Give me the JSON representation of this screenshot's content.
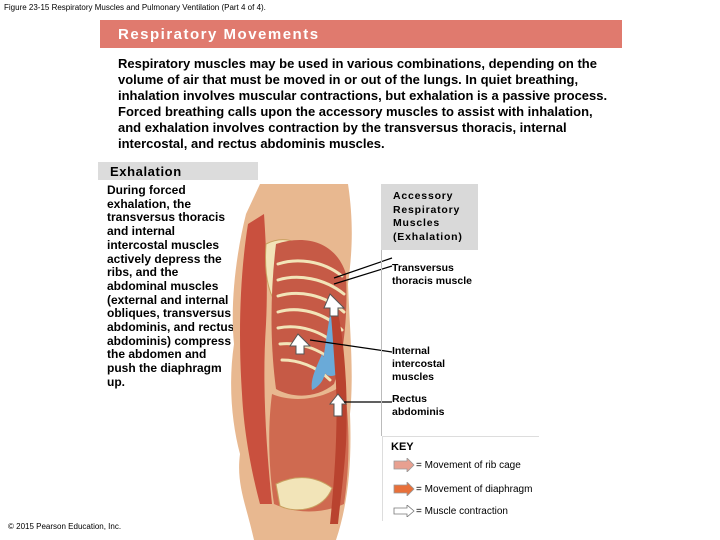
{
  "caption": "Figure 23-15 Respiratory Muscles and Pulmonary Ventilation (Part 4 of 4).",
  "banner": {
    "title": "Respiratory Movements"
  },
  "intro": {
    "p1": "Respiratory muscles may be used in various combinations, depending on the volume of air that must be moved in or out of the lungs. In ",
    "quiet_breathing": "quiet breathing",
    "p2": ", inhalation involves muscular contractions, but exhalation is a passive process. ",
    "forced_breathing": "Forced breathing",
    "p3": " calls upon the accessory muscles to assist with inhalation, and exhalation involves contraction by the transversus thoracis, internal intercostal, and rectus abdominis muscles."
  },
  "section": {
    "title": "Exhalation",
    "text": "During forced exhalation, the transversus thoracis and internal intercostal muscles actively depress the ribs, and the abdominal muscles (external and internal obliques, transversus abdominis, and rectus abdominis) compress the abdomen and push the diaphragm up."
  },
  "labels": {
    "panel": "Accessory Respiratory Muscles (Exhalation)",
    "transversus": "Transversus thoracis muscle",
    "internal": "Internal intercostal muscles",
    "rectus": "Rectus abdominis"
  },
  "key": {
    "title": "KEY",
    "items": [
      {
        "icon": "rib-cage-arrow-icon",
        "text": "= Movement of rib cage",
        "color": "#e8a090"
      },
      {
        "icon": "diaphragm-arrow-icon",
        "text": "= Movement of diaphragm",
        "color": "#e8703a"
      },
      {
        "icon": "muscle-contraction-arrow-icon",
        "text": "= Muscle contraction",
        "color": "#ffffff"
      }
    ]
  },
  "copyright": "© 2015 Pearson Education, Inc.",
  "colors": {
    "banner": "#e07a6e",
    "panel": "#d9d9d9",
    "skin": "#e8b890",
    "muscle": "#c9503e",
    "bone": "#f2e4b8",
    "diaphragm_blue": "#6aaad8"
  }
}
